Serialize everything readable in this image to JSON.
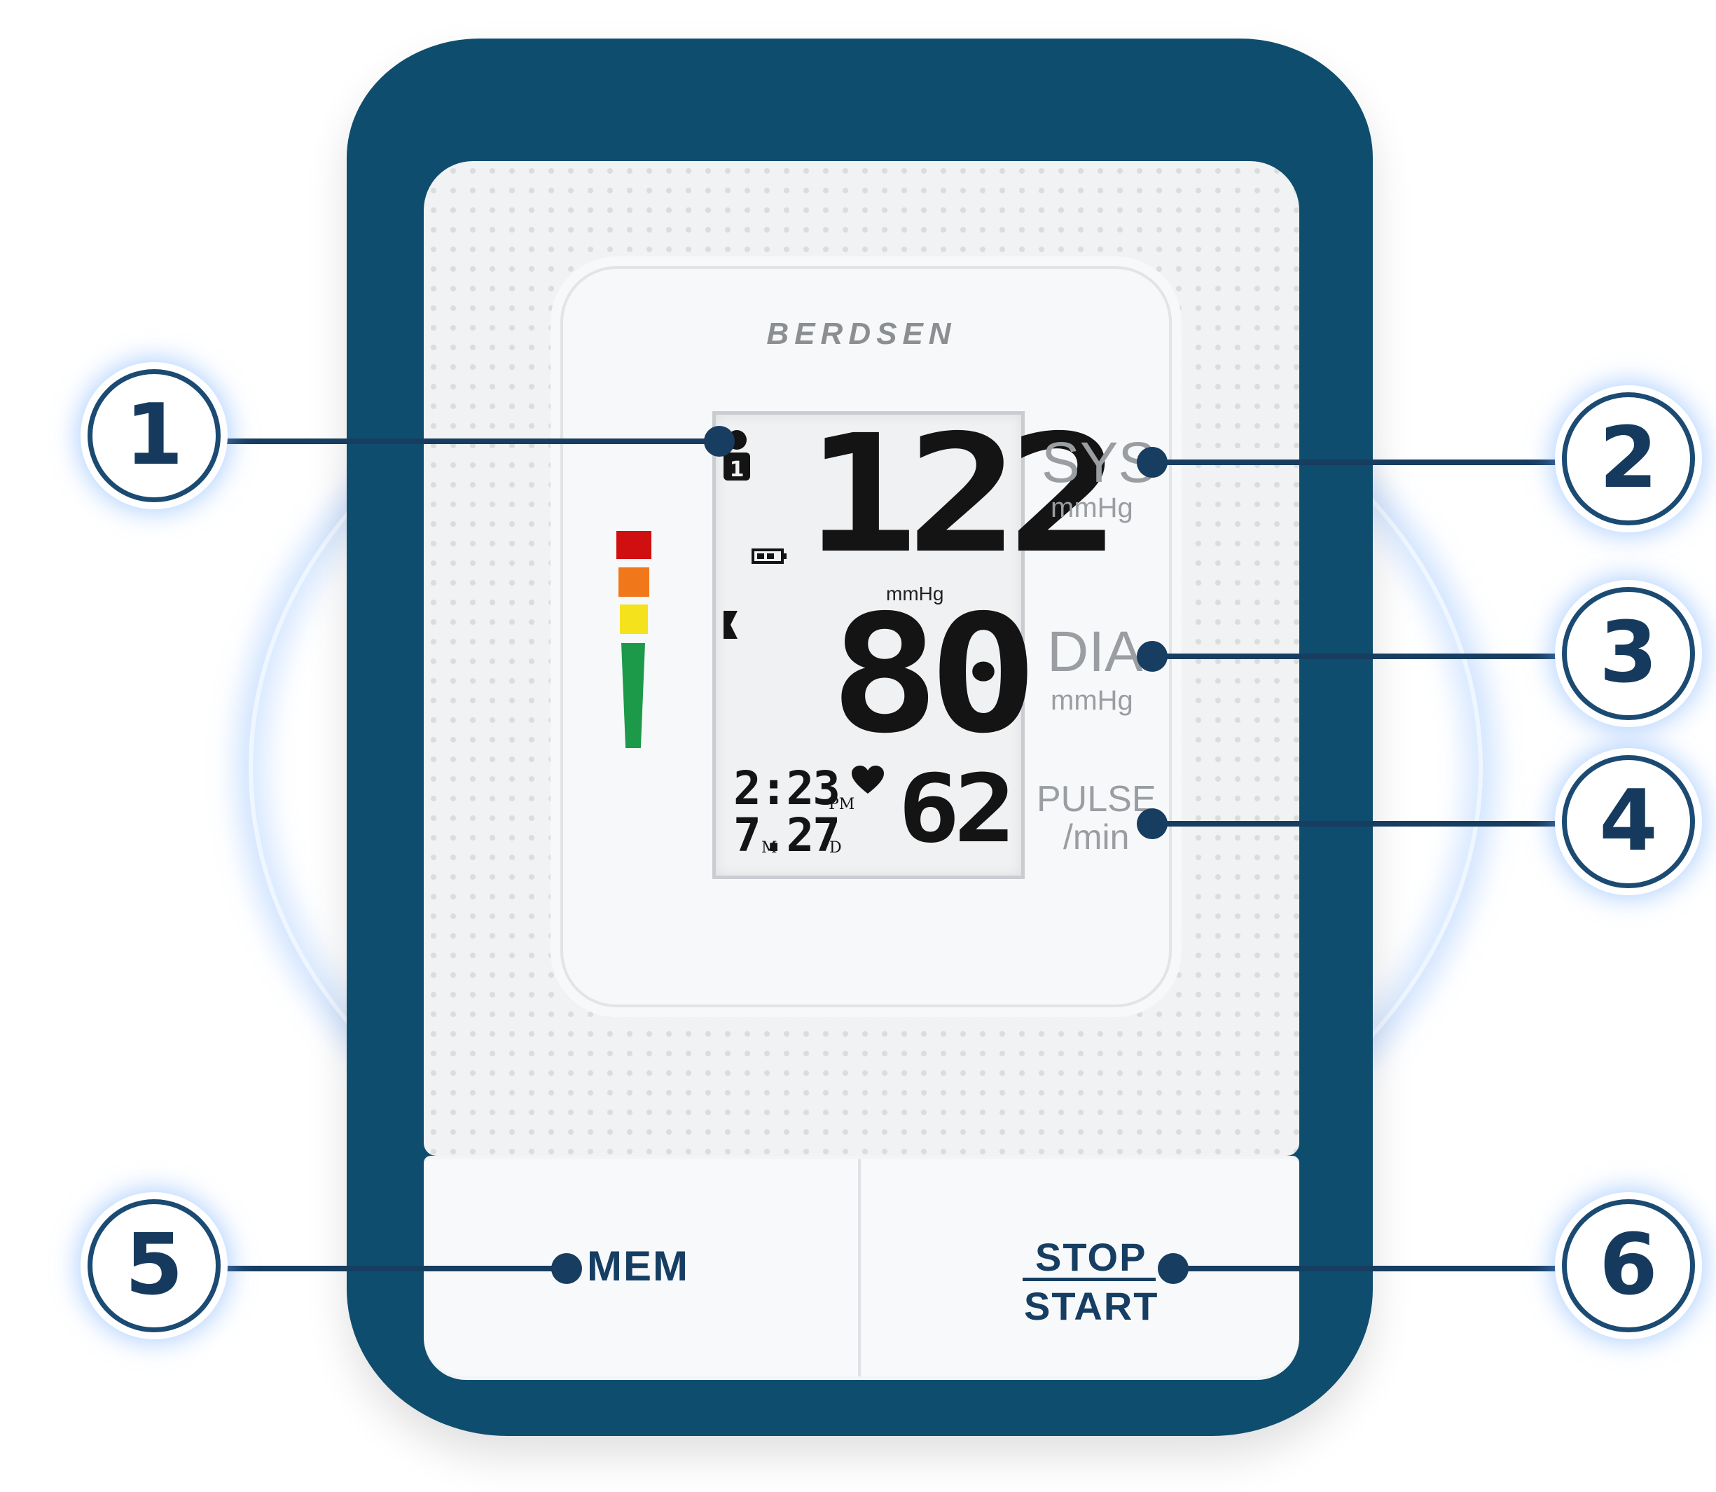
{
  "brand": "BERDSEN",
  "display": {
    "systolic": "122",
    "diastolic": "80",
    "pulse": "62",
    "unit": "mmHg",
    "time": "2:23",
    "ampm": "PM",
    "date": "7.27",
    "month_marker": "M",
    "day_marker": "D",
    "icons": [
      "user-1-icon",
      "battery-icon",
      "irregular-heartbeat-indicator-icon",
      "heart-icon"
    ]
  },
  "labels": {
    "sys": "SYS",
    "sys_unit": "mmHg",
    "dia": "DIA",
    "dia_unit": "mmHg",
    "pulse": "PULSE",
    "pulse_unit": "/min"
  },
  "scale_colors": [
    "#d01010",
    "#f0781a",
    "#f4e21c",
    "#1c9a4a"
  ],
  "buttons": {
    "mem": "MEM",
    "stop": "STOP",
    "start": "START"
  },
  "callouts": [
    "1",
    "2",
    "3",
    "4",
    "5",
    "6"
  ],
  "colors": {
    "device_body": "#0f4d6e",
    "callout": "#173d60"
  }
}
